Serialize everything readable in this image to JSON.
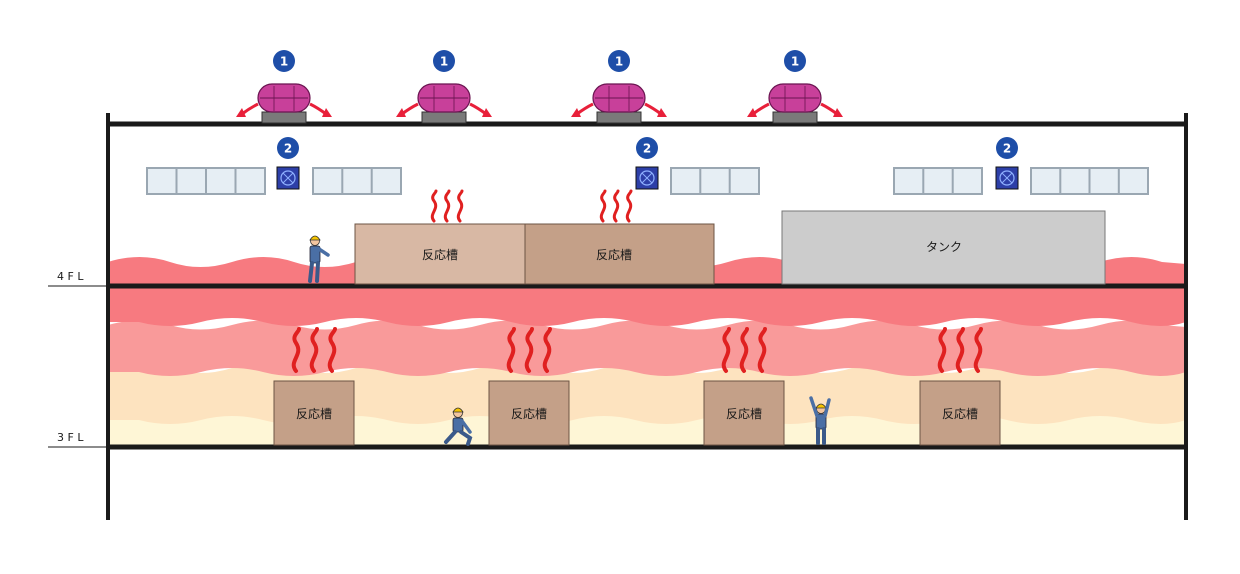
{
  "floor_labels": {
    "fl4": "4 F L",
    "fl3": "3 F L"
  },
  "callouts": {
    "roof_vent": "1",
    "wall_fan": "2"
  },
  "upper_floor": {
    "reactor_label": "反応槽",
    "tank_label": "タンク"
  },
  "lower_floor": {
    "reactor_label": "反応槽"
  },
  "colors": {
    "structure": "#1a1a1a",
    "callout_blue": "#1e4ea8",
    "vent_magenta": "#c8409a",
    "arrow_red": "#e8203a",
    "heat_red": "#e02020",
    "reactor_light": "#d8b8a4",
    "reactor_dark": "#c4a088",
    "tank_gray": "#cccccc",
    "window_frame": "#9aa7b2",
    "window_glass": "#e6eef4",
    "fan_blue": "#2d3fa8",
    "hot_band_1": "#f77a80",
    "hot_band_2": "#f99a9a",
    "hot_band_3": "#fbcbb0",
    "hot_band_4": "#fde3bf",
    "hot_band_5": "#fef6d6"
  }
}
